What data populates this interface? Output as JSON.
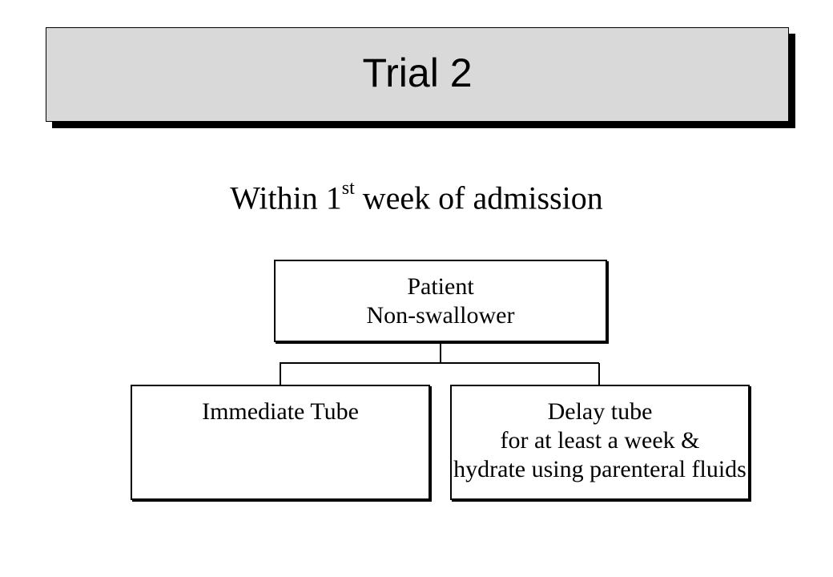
{
  "slide": {
    "title": "Trial 2",
    "subtitle": {
      "prefix": "Within 1",
      "superscript": "st",
      "suffix": " week of admission"
    }
  },
  "diagram": {
    "root": {
      "lines": [
        "Patient",
        "Non-swallower"
      ]
    },
    "children": [
      {
        "lines": [
          "Immediate Tube"
        ]
      },
      {
        "lines": [
          "Delay tube",
          "for at least a week &",
          "hydrate using parenteral fluids"
        ]
      }
    ]
  },
  "colors": {
    "title_fill": "#d9d9d9",
    "shadow": "#000000",
    "text": "#000000"
  }
}
